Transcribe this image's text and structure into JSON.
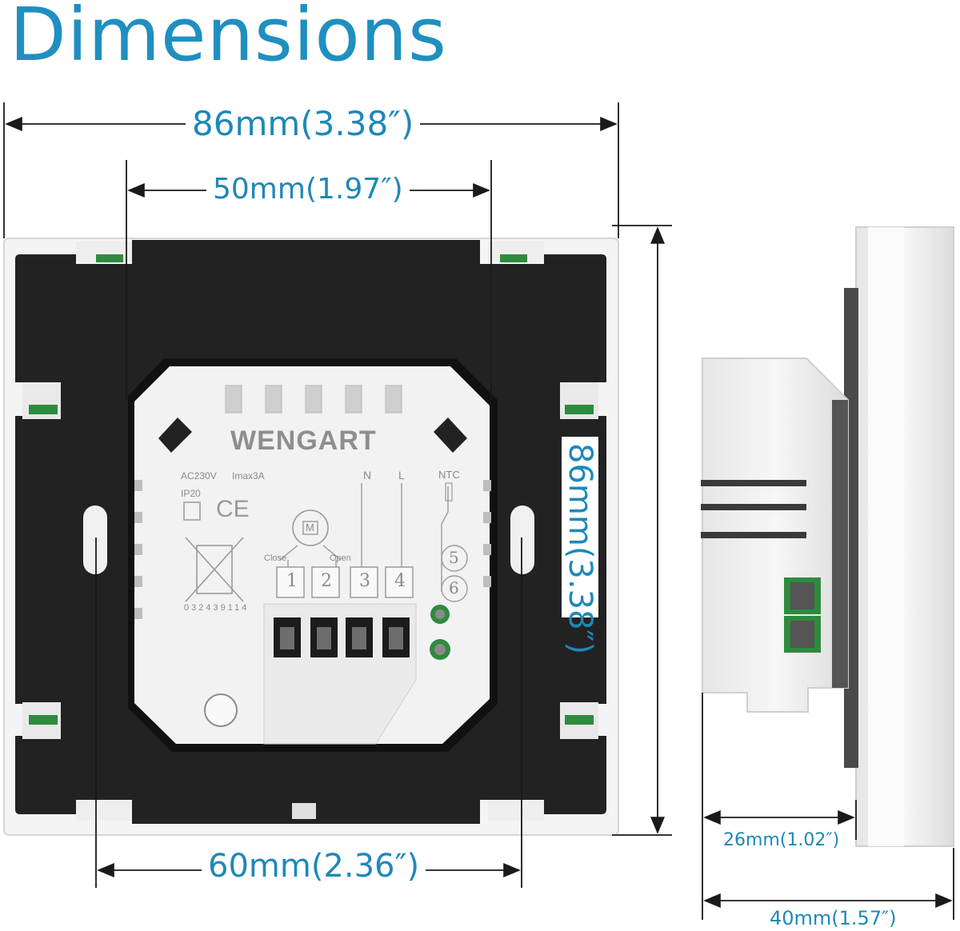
{
  "title": "Dimensions",
  "dimensions": {
    "overall_width": "86mm(3.38″)",
    "inner_width": "50mm(1.97″)",
    "height": "86mm(3.38″)",
    "screw_spacing": "60mm(2.36″)",
    "box_depth": "26mm(1.02″)",
    "total_depth": "40mm(1.57″)"
  },
  "device": {
    "brand": "WENGART",
    "rating_voltage": "AC230V",
    "rating_current": "Imax3A",
    "ip_rating": "IP20",
    "ce_mark": "CE",
    "serial": "032439114",
    "label_close": "Close",
    "label_open": "Open",
    "label_n": "N",
    "label_l": "L",
    "label_ntc": "NTC",
    "motor_symbol": "M",
    "terminals": [
      "1",
      "2",
      "3",
      "4"
    ],
    "ntc_terminals": [
      "5",
      "6"
    ]
  },
  "colors": {
    "accent": "#1e88b8",
    "plate_dark": "#222222",
    "module_white": "#f2f2f2",
    "terminal_green": "#2e8b3e"
  }
}
